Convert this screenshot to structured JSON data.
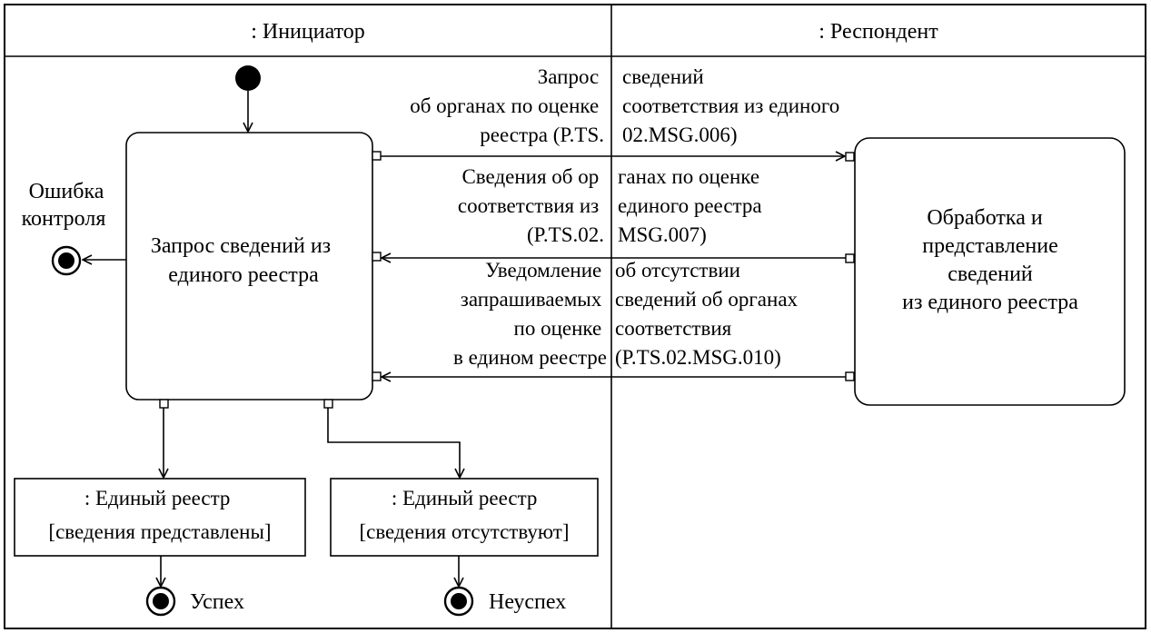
{
  "swimlanes": {
    "initiator": ": Инициатор",
    "respondent": ": Респондент"
  },
  "activities": {
    "request": [
      "Запрос сведений из",
      "единого реестра"
    ],
    "processing": [
      "Обработка и",
      "представление",
      "сведений",
      "из единого реестра"
    ]
  },
  "messages": {
    "request_left": [
      "Запрос",
      "об органах по оценке",
      "реестра (P.TS."
    ],
    "request_right": [
      "сведений",
      "соответствия из единого",
      "02.MSG.006)"
    ],
    "response_left": [
      "Сведения об ор",
      "соответствия из",
      "(P.TS.02."
    ],
    "response_right": [
      "ганах по оценке",
      "единого реестра",
      "MSG.007)"
    ],
    "notice_left": [
      "Уведомление",
      "запрашиваемых",
      "по оценке",
      "в едином реестре"
    ],
    "notice_right": [
      "об отсутствии",
      "сведений об органах",
      "соответствия",
      "(P.TS.02.MSG.010)"
    ]
  },
  "objects": {
    "present": [
      ": Единый реестр",
      "[сведения представлены]"
    ],
    "absent": [
      ": Единый реестр",
      "[сведения отсутствуют]"
    ]
  },
  "final_states": {
    "error": [
      "Ошибка",
      "контроля"
    ],
    "success": "Успех",
    "failure": "Неуспех"
  }
}
